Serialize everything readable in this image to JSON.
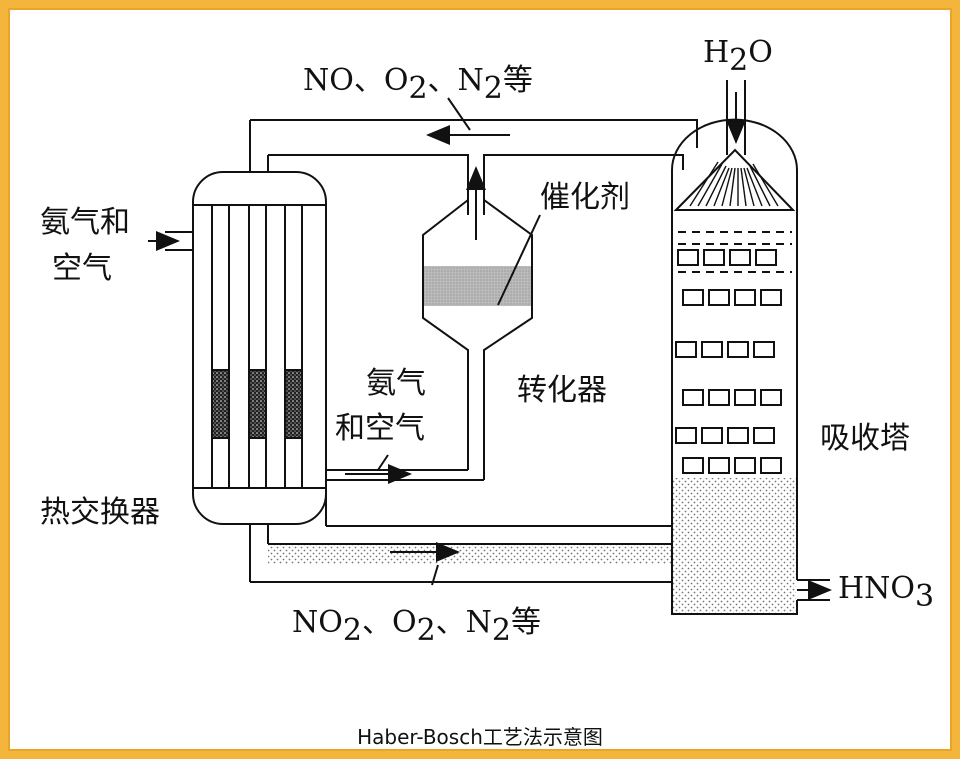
{
  "caption": "Haber-Bosch工艺法示意图",
  "labels": {
    "top_gas_main": "NO、O",
    "top_gas_mid": "、N",
    "top_gas_end": "等",
    "sub2": "2",
    "water_h": "H",
    "water_o": "O",
    "catalyst": "催化剂",
    "ammonia_air_left_1": "氨气和",
    "ammonia_air_left_2": "空气",
    "ammonia_air_mid_1": "氨气",
    "ammonia_air_mid_2": "和空气",
    "converter": "转化器",
    "absorber": "吸收塔",
    "heat_exchanger": "热交换器",
    "hno": "HNO",
    "sub3": "3",
    "bottom_gas_main": "NO",
    "bottom_gas_o": "、O",
    "bottom_gas_mid": "、N",
    "bottom_gas_end": "等"
  }
}
